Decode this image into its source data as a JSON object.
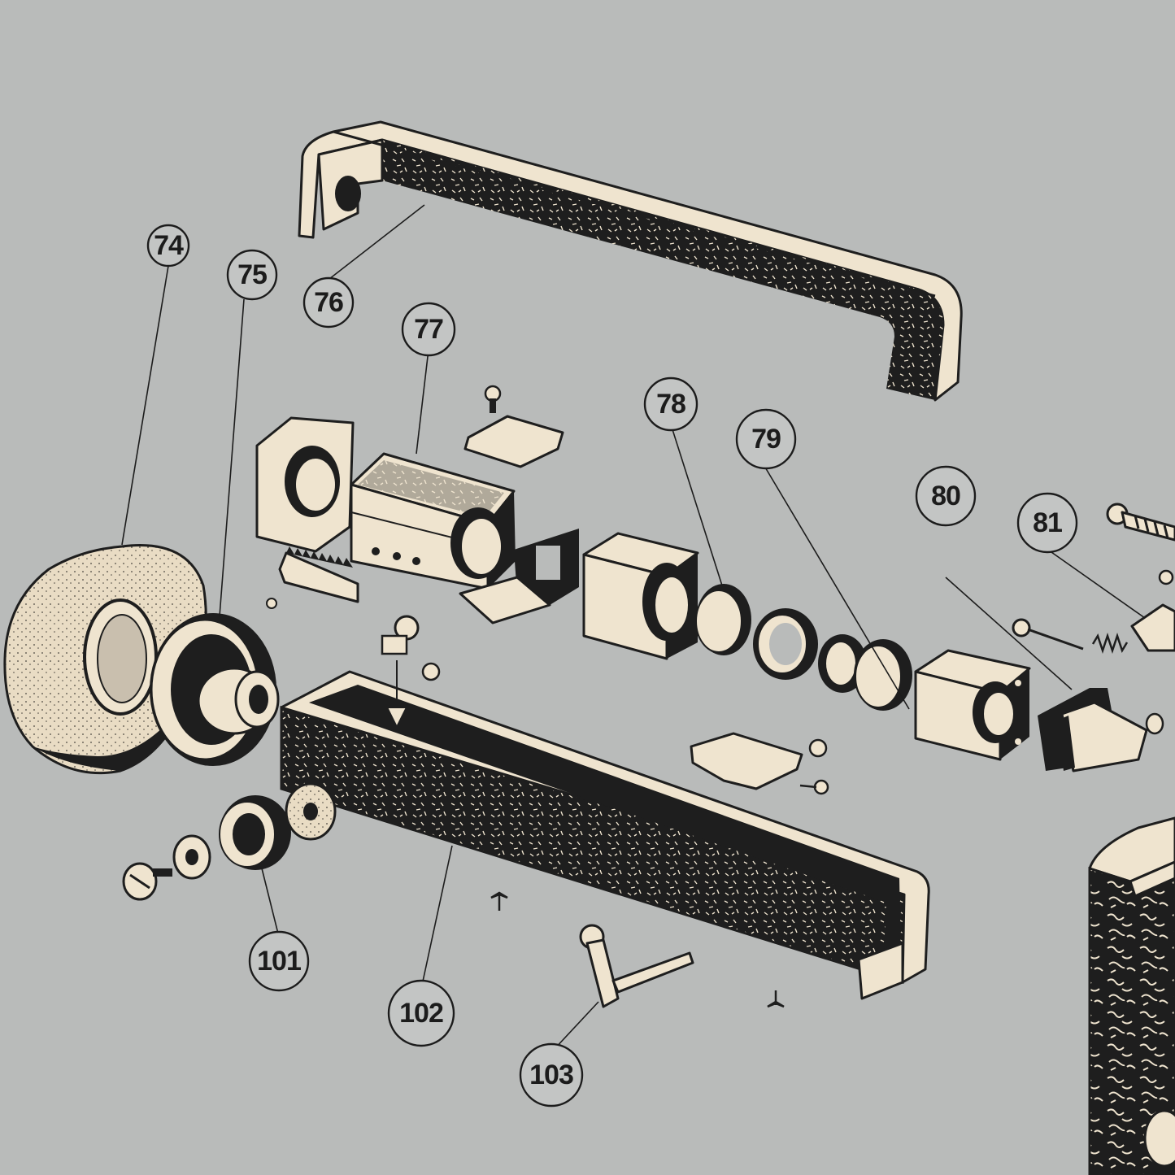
{
  "diagram": {
    "background_color": "#b9bbba",
    "ink_color": "#1e1e1e",
    "paper_color": "#efe4cf",
    "callouts": [
      {
        "id": "c74",
        "label": "74"
      },
      {
        "id": "c75",
        "label": "75"
      },
      {
        "id": "c76",
        "label": "76"
      },
      {
        "id": "c77",
        "label": "77"
      },
      {
        "id": "c78",
        "label": "78"
      },
      {
        "id": "c79",
        "label": "79"
      },
      {
        "id": "c80",
        "label": "80"
      },
      {
        "id": "c81",
        "label": "81"
      },
      {
        "id": "c101",
        "label": "101"
      },
      {
        "id": "c102",
        "label": "102"
      },
      {
        "id": "c103",
        "label": "103"
      }
    ]
  }
}
